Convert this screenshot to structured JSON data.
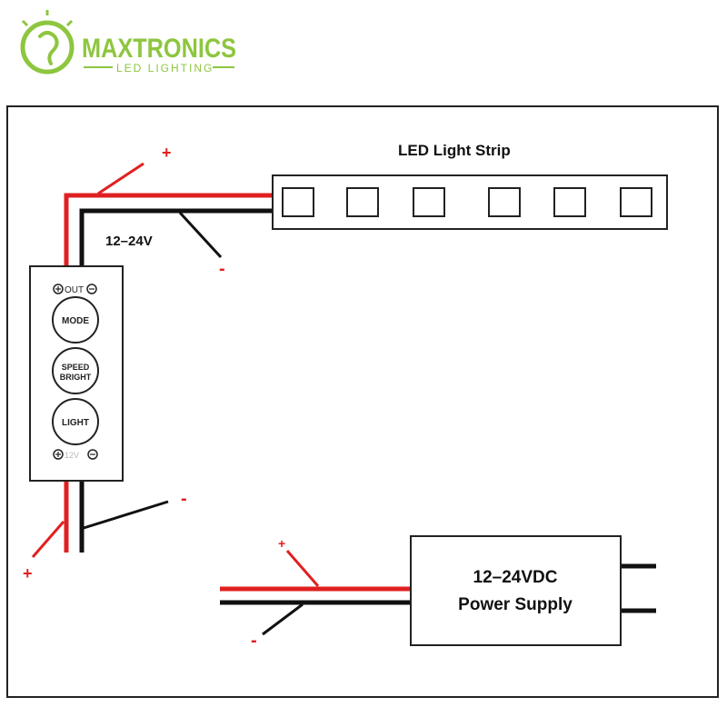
{
  "brand": {
    "name": "MAXTRONICS",
    "tagline": "LED LIGHTING",
    "color": "#8dc63f"
  },
  "led_strip": {
    "label": "LED Light Strip",
    "led_count": 6
  },
  "controller": {
    "out_label": "OUT",
    "in_label": "12V",
    "buttons": [
      {
        "id": "mode",
        "lines": [
          "MODE"
        ]
      },
      {
        "id": "speed-bright",
        "lines": [
          "SPEED",
          "BRIGHT"
        ]
      },
      {
        "id": "light",
        "lines": [
          "LIGHT"
        ]
      }
    ]
  },
  "voltage_label": "12–24V",
  "power_supply": {
    "line1": "12–24VDC",
    "line2": "Power Supply"
  },
  "polarity": {
    "plus": "+",
    "minus": "-"
  },
  "colors": {
    "positive_wire": "#e02020",
    "negative_wire": "#111111",
    "outline": "#222222"
  }
}
